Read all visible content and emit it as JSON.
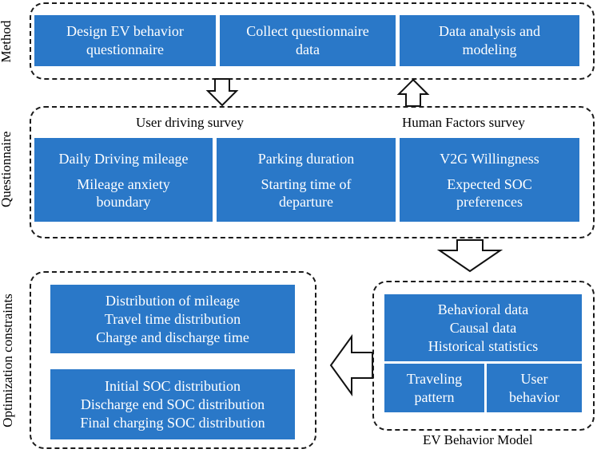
{
  "sections": {
    "method": {
      "label": "Method",
      "boxes": [
        {
          "lines": [
            "Design EV behavior",
            "questionnaire"
          ]
        },
        {
          "lines": [
            "Collect questionnaire",
            "data"
          ]
        },
        {
          "lines": [
            "Data analysis and",
            "modeling"
          ]
        }
      ]
    },
    "questionnaire": {
      "label": "Questionnaire",
      "user_survey_label": "User driving survey",
      "human_survey_label": "Human Factors survey",
      "boxes": [
        {
          "lines": [
            "Daily Driving mileage",
            "",
            "Mileage anxiety",
            "boundary"
          ]
        },
        {
          "lines": [
            "Parking duration",
            "",
            "Starting time of",
            "departure"
          ]
        },
        {
          "lines": [
            "V2G Willingness",
            "",
            "Expected SOC",
            "preferences"
          ]
        }
      ]
    },
    "optimization": {
      "label": "Optimization constraints",
      "boxes": [
        {
          "lines": [
            "Distribution of mileage",
            "Travel time distribution",
            "Charge and discharge time"
          ]
        },
        {
          "lines": [
            "Initial SOC distribution",
            "Discharge end SOC distribution",
            "Final charging SOC distribution"
          ]
        }
      ]
    },
    "ev_model": {
      "label": "EV Behavior Model",
      "top_box": {
        "lines": [
          "Behavioral data",
          "Causal data",
          "Historical statistics"
        ]
      },
      "bottom_left": {
        "lines": [
          "Traveling",
          "pattern"
        ]
      },
      "bottom_right": {
        "lines": [
          "User",
          "behavior"
        ]
      }
    }
  },
  "colors": {
    "box_fill": "#2a78c8",
    "box_text": "#ffffff",
    "dashed_border": "#1a1a1a"
  }
}
